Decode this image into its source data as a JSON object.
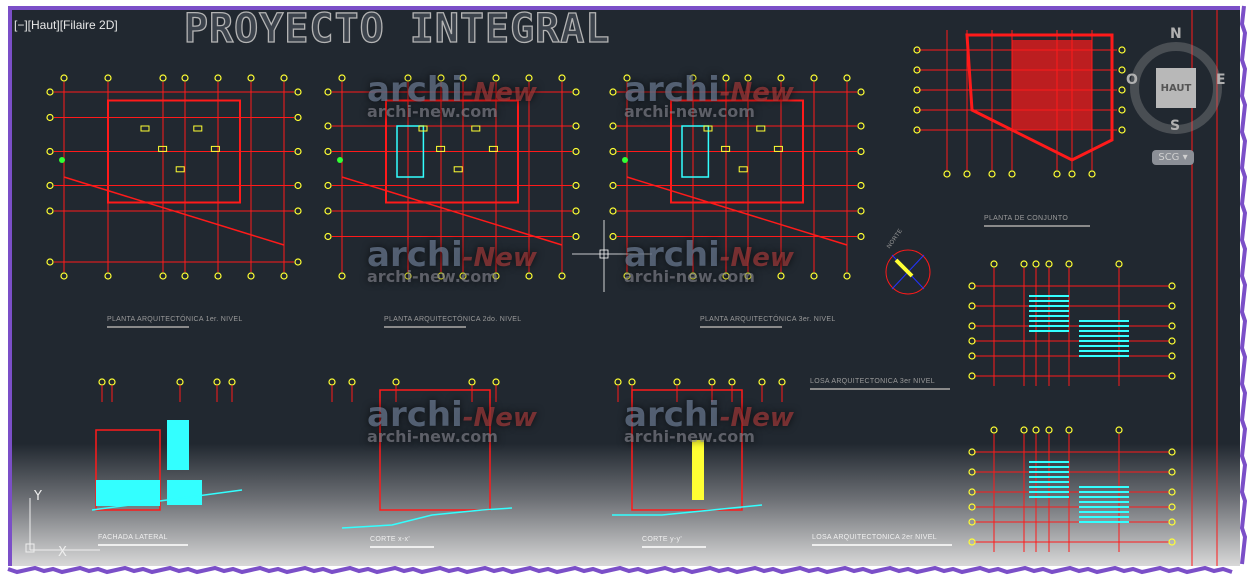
{
  "viewport": {
    "label": "[−][Haut][Filaire 2D]"
  },
  "drawing": {
    "title": "PROYECTO INTEGRAL",
    "captions": {
      "plan1": "PLANTA ARQUITECTÓNICA 1er. NIVEL",
      "plan2": "PLANTA ARQUITECTÓNICA 2do. NIVEL",
      "plan3": "PLANTA ARQUITECTÓNICA 3er. NIVEL",
      "site": "PLANTA DE CONJUNTO",
      "north": "NORTE",
      "roof3": "LOSA ARQUITECTONICA 3er NIVEL",
      "facade": "FACHADA LATERAL",
      "section_x": "CORTE x-x'",
      "section_y": "CORTE y-y'",
      "roof2": "LOSA ARQUITECTONICA 2er NIVEL"
    },
    "watermark": {
      "brand": "archi",
      "brand2": "-New",
      "url": "archi-new.com"
    }
  },
  "viewcube": {
    "face": "HAUT",
    "north": "N",
    "south": "S",
    "east": "E",
    "west": "O",
    "ucs_menu": "SCG"
  },
  "ucs_icon": {
    "x": "X",
    "y": "Y"
  },
  "colors": {
    "background": "#212830",
    "frame": "#7b4fc8",
    "lines_red": "#ff1a1a",
    "cyan": "#33ffff",
    "yellow": "#ffff33",
    "green": "#33ff33"
  }
}
